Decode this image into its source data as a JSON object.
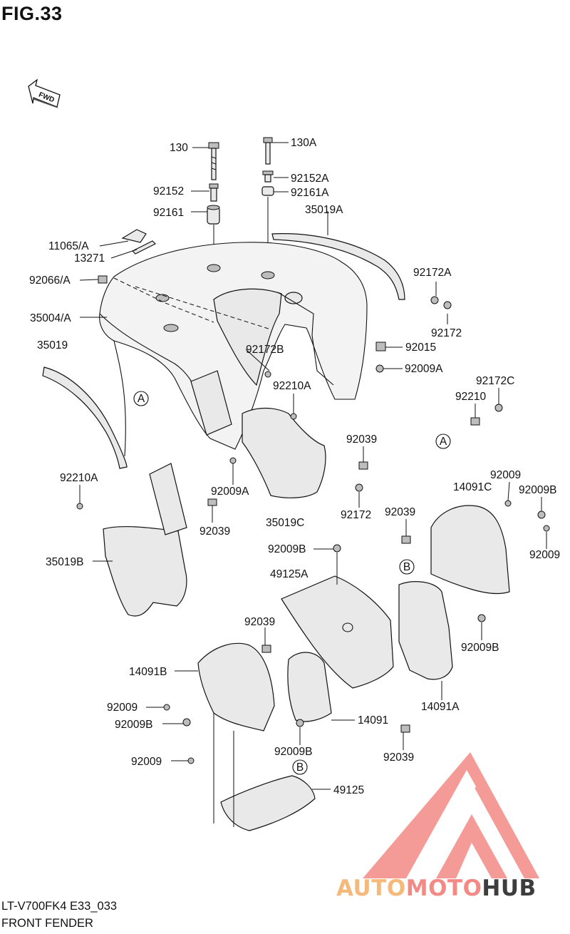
{
  "figure": {
    "title": "FIG.33"
  },
  "fwd_label": "FWD",
  "footer": {
    "code": "LT-V700FK4 E33_033",
    "name": "FRONT FENDER"
  },
  "watermark": {
    "part1": "AUTO",
    "part2": "MOTO",
    "part3": "HUB",
    "color_main": "#f38a85",
    "color_accent": "#f6b97c",
    "color_dark": "#3d3d3d"
  },
  "callouts": {
    "a": "A",
    "b": "B"
  },
  "parts": {
    "p130": "130",
    "p130a": "130A",
    "p92152": "92152",
    "p92152a": "92152A",
    "p92161": "92161",
    "p92161a": "92161A",
    "p35019a": "35019A",
    "p11065a": "11065/A",
    "p13271": "13271",
    "p92066a": "92066/A",
    "p92172a": "92172A",
    "p35004a": "35004/A",
    "p92172_top": "92172",
    "p92015": "92015",
    "p35019": "35019",
    "p92172b": "92172B",
    "p92009a_r": "92009A",
    "p92172c": "92172C",
    "p92210a_c": "92210A",
    "p92210": "92210",
    "p92039_c": "92039",
    "p92210a_l": "92210A",
    "p92009a_c": "92009A",
    "p92172_c": "92172",
    "p92039_l": "92039",
    "p35019c": "35019C",
    "p92009_tr": "92009",
    "p14091c": "14091C",
    "p92009b_tr": "92009B",
    "p92039_r": "92039",
    "p92009_r": "92009",
    "p35019b": "35019B",
    "p92009b_c": "92009B",
    "p49125a": "49125A",
    "p92009b_r": "92009B",
    "p92039_m": "92039",
    "p14091b": "14091B",
    "p14091a": "14091A",
    "p92009_l1": "92009",
    "p14091": "14091",
    "p92009b_l": "92009B",
    "p92009b_m": "92009B",
    "p92039_b": "92039",
    "p92009_l2": "92009",
    "p49125": "49125"
  }
}
